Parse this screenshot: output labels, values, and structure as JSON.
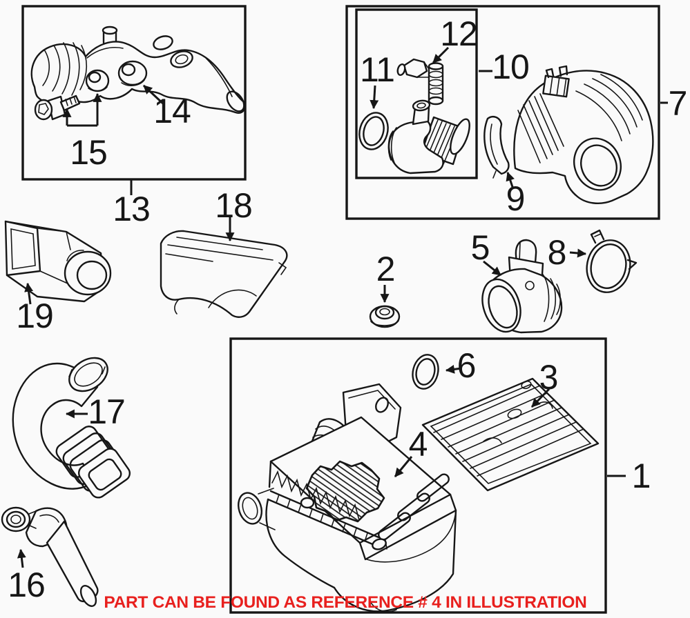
{
  "banner": {
    "text": "PART CAN BE FOUND AS REFERENCE # 4 IN ILLUSTRATION",
    "color": "#e8201e"
  },
  "colors": {
    "line_art": "#161616",
    "background": "#fafafa",
    "banner_red": "#e8201e"
  },
  "labels": [
    {
      "text": "1"
    },
    {
      "text": "2"
    },
    {
      "text": "3"
    },
    {
      "text": "4"
    },
    {
      "text": "5"
    },
    {
      "text": "6"
    },
    {
      "text": "7"
    },
    {
      "text": "8"
    },
    {
      "text": "9"
    },
    {
      "text": "10"
    },
    {
      "text": "11"
    },
    {
      "text": "12"
    },
    {
      "text": "13"
    },
    {
      "text": "14"
    },
    {
      "text": "15"
    },
    {
      "text": "16"
    },
    {
      "text": "17"
    },
    {
      "text": "18"
    },
    {
      "text": "19"
    }
  ]
}
